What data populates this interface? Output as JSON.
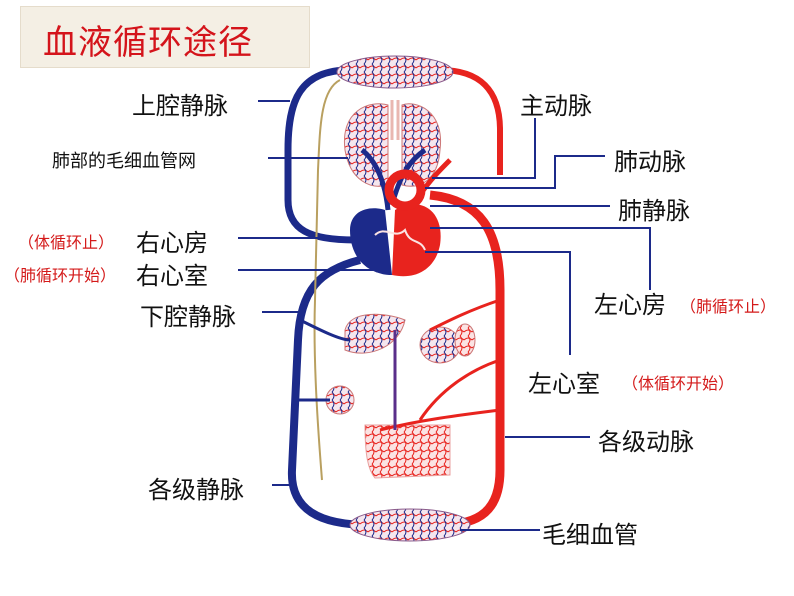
{
  "title": "血液循环途径",
  "labels": {
    "superior_vena_cava": "上腔静脉",
    "lung_capillaries": "肺部的毛细血管网",
    "right_atrium": "右心房",
    "right_ventricle": "右心室",
    "inferior_vena_cava": "下腔静脉",
    "veins": "各级静脉",
    "aorta": "主动脉",
    "pulmonary_artery": "肺动脉",
    "pulmonary_vein": "肺静脉",
    "left_atrium": "左心房",
    "left_ventricle": "左心室",
    "arteries": "各级动脉",
    "capillaries": "毛细血管"
  },
  "notes": {
    "right_atrium": "（体循环止）",
    "right_ventricle": "（肺循环开始）",
    "left_atrium": "（肺循环止）",
    "left_ventricle": "（体循环开始）"
  },
  "colors": {
    "arterial": "#e8231e",
    "venous": "#1c2a8a",
    "title_text": "#d4141b",
    "note_text": "#d41a1a"
  }
}
